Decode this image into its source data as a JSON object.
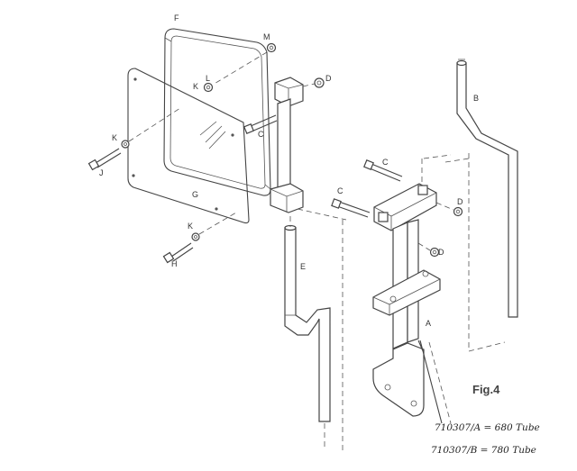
{
  "figure": {
    "caption": "Fig.4",
    "labels": {
      "F": "F",
      "M": "M",
      "L": "L",
      "K1": "K",
      "D1": "D",
      "C1": "C",
      "K2": "K",
      "J": "J",
      "G": "G",
      "K3": "K",
      "H": "H",
      "E": "E",
      "B": "B",
      "C2": "C",
      "C3": "C",
      "D2": "D",
      "D3": "D",
      "A": "A"
    },
    "notes": [
      "710307/A = 680 Tube",
      "710307/B = 780 Tube"
    ]
  }
}
